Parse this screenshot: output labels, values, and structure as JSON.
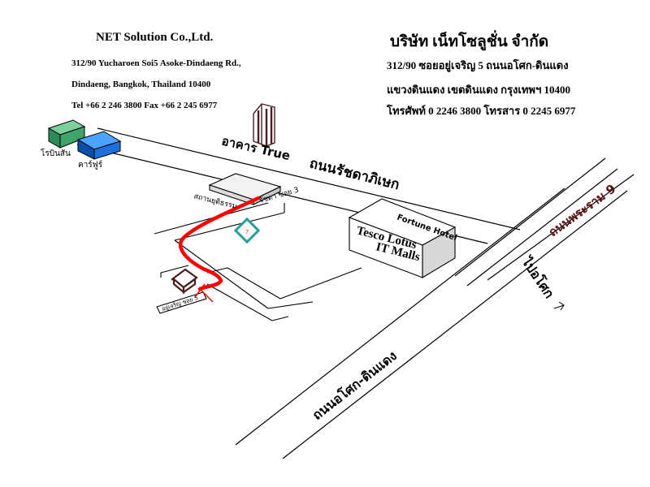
{
  "company_en": {
    "name": "NET Solution Co.,Ltd.",
    "address1": "312/90 Yucharoen Soi5 Asoke-Dindaeng Rd.,",
    "address2": "Dindaeng, Bangkok, Thailand  10400",
    "contact": "Tel +66 2 246 3800  Fax +66 2 245 6977"
  },
  "company_th": {
    "name": "บริษัท เน็ทโซลูชั่น จำกัด",
    "address1": "312/90 ซอยอยู่เจริญ 5 ถนนอโศก-ดินแดง",
    "address2": "แขวงดินแดง เขตดินแดง กรุงเทพฯ 10400",
    "contact": "โทรศัพท์ 0 2246 3800  โทรสาร 0 2245 6977"
  },
  "map": {
    "roads": {
      "ratchadaphisek": "ถนนรัชดาภิเษก",
      "asoke_dindaeng": "ถนนอโศก-ดินแดง",
      "rama9": "ถนนพระราม 9",
      "to_asoke": "ไปอโศก",
      "ratchada_soi3": "รัชดา ซอย 3",
      "yucharoen_soi5": "อยู่เจริญ ซอย 5"
    },
    "landmarks": {
      "true_building": "อาคาร True",
      "robinson": "โรบินสัน",
      "carrefour": "คาร์ฟูร์",
      "youth_center": "สถานยุติธรรม",
      "tesco_line1": "Tesco Lotus",
      "tesco_line2": "IT Malls",
      "fortune_hotel": "Fortune Hotel"
    },
    "colors": {
      "route": "#ff0000",
      "robinson": "#2e8b57",
      "carrefour": "#1e6fd9",
      "office": "#4a1f1f",
      "true_building": "#4a1f1f",
      "rama9_text": "#5a1414"
    }
  }
}
